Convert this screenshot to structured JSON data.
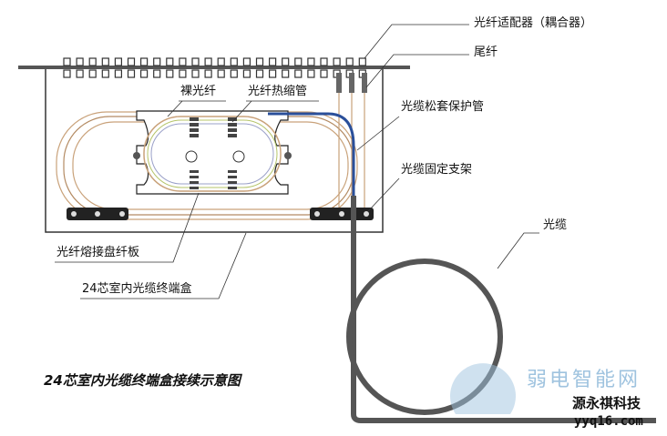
{
  "labels": {
    "adapter": "光纤适配器（耦合器）",
    "pigtail": "尾纤",
    "loose_tube": "光缆松套保护管",
    "cable_bracket": "光缆固定支架",
    "cable": "光缆",
    "bare_fiber": "裸光纤",
    "shrink_tube": "光纤热缩管",
    "splice_tray": "光纤熔接盘纤板",
    "terminal_box": "24芯室内光缆终端盒"
  },
  "title": "24芯室内光缆终端盒接续示意图",
  "watermark": {
    "site_name": "弱电智能网",
    "company": "源永祺科技",
    "url": "yyq16.com"
  },
  "adapter_count": 24,
  "colors": {
    "cable": "#555555",
    "tube": "#2a4f9a",
    "fiber": "#c9a27a",
    "watermark": "#9fc3df"
  }
}
